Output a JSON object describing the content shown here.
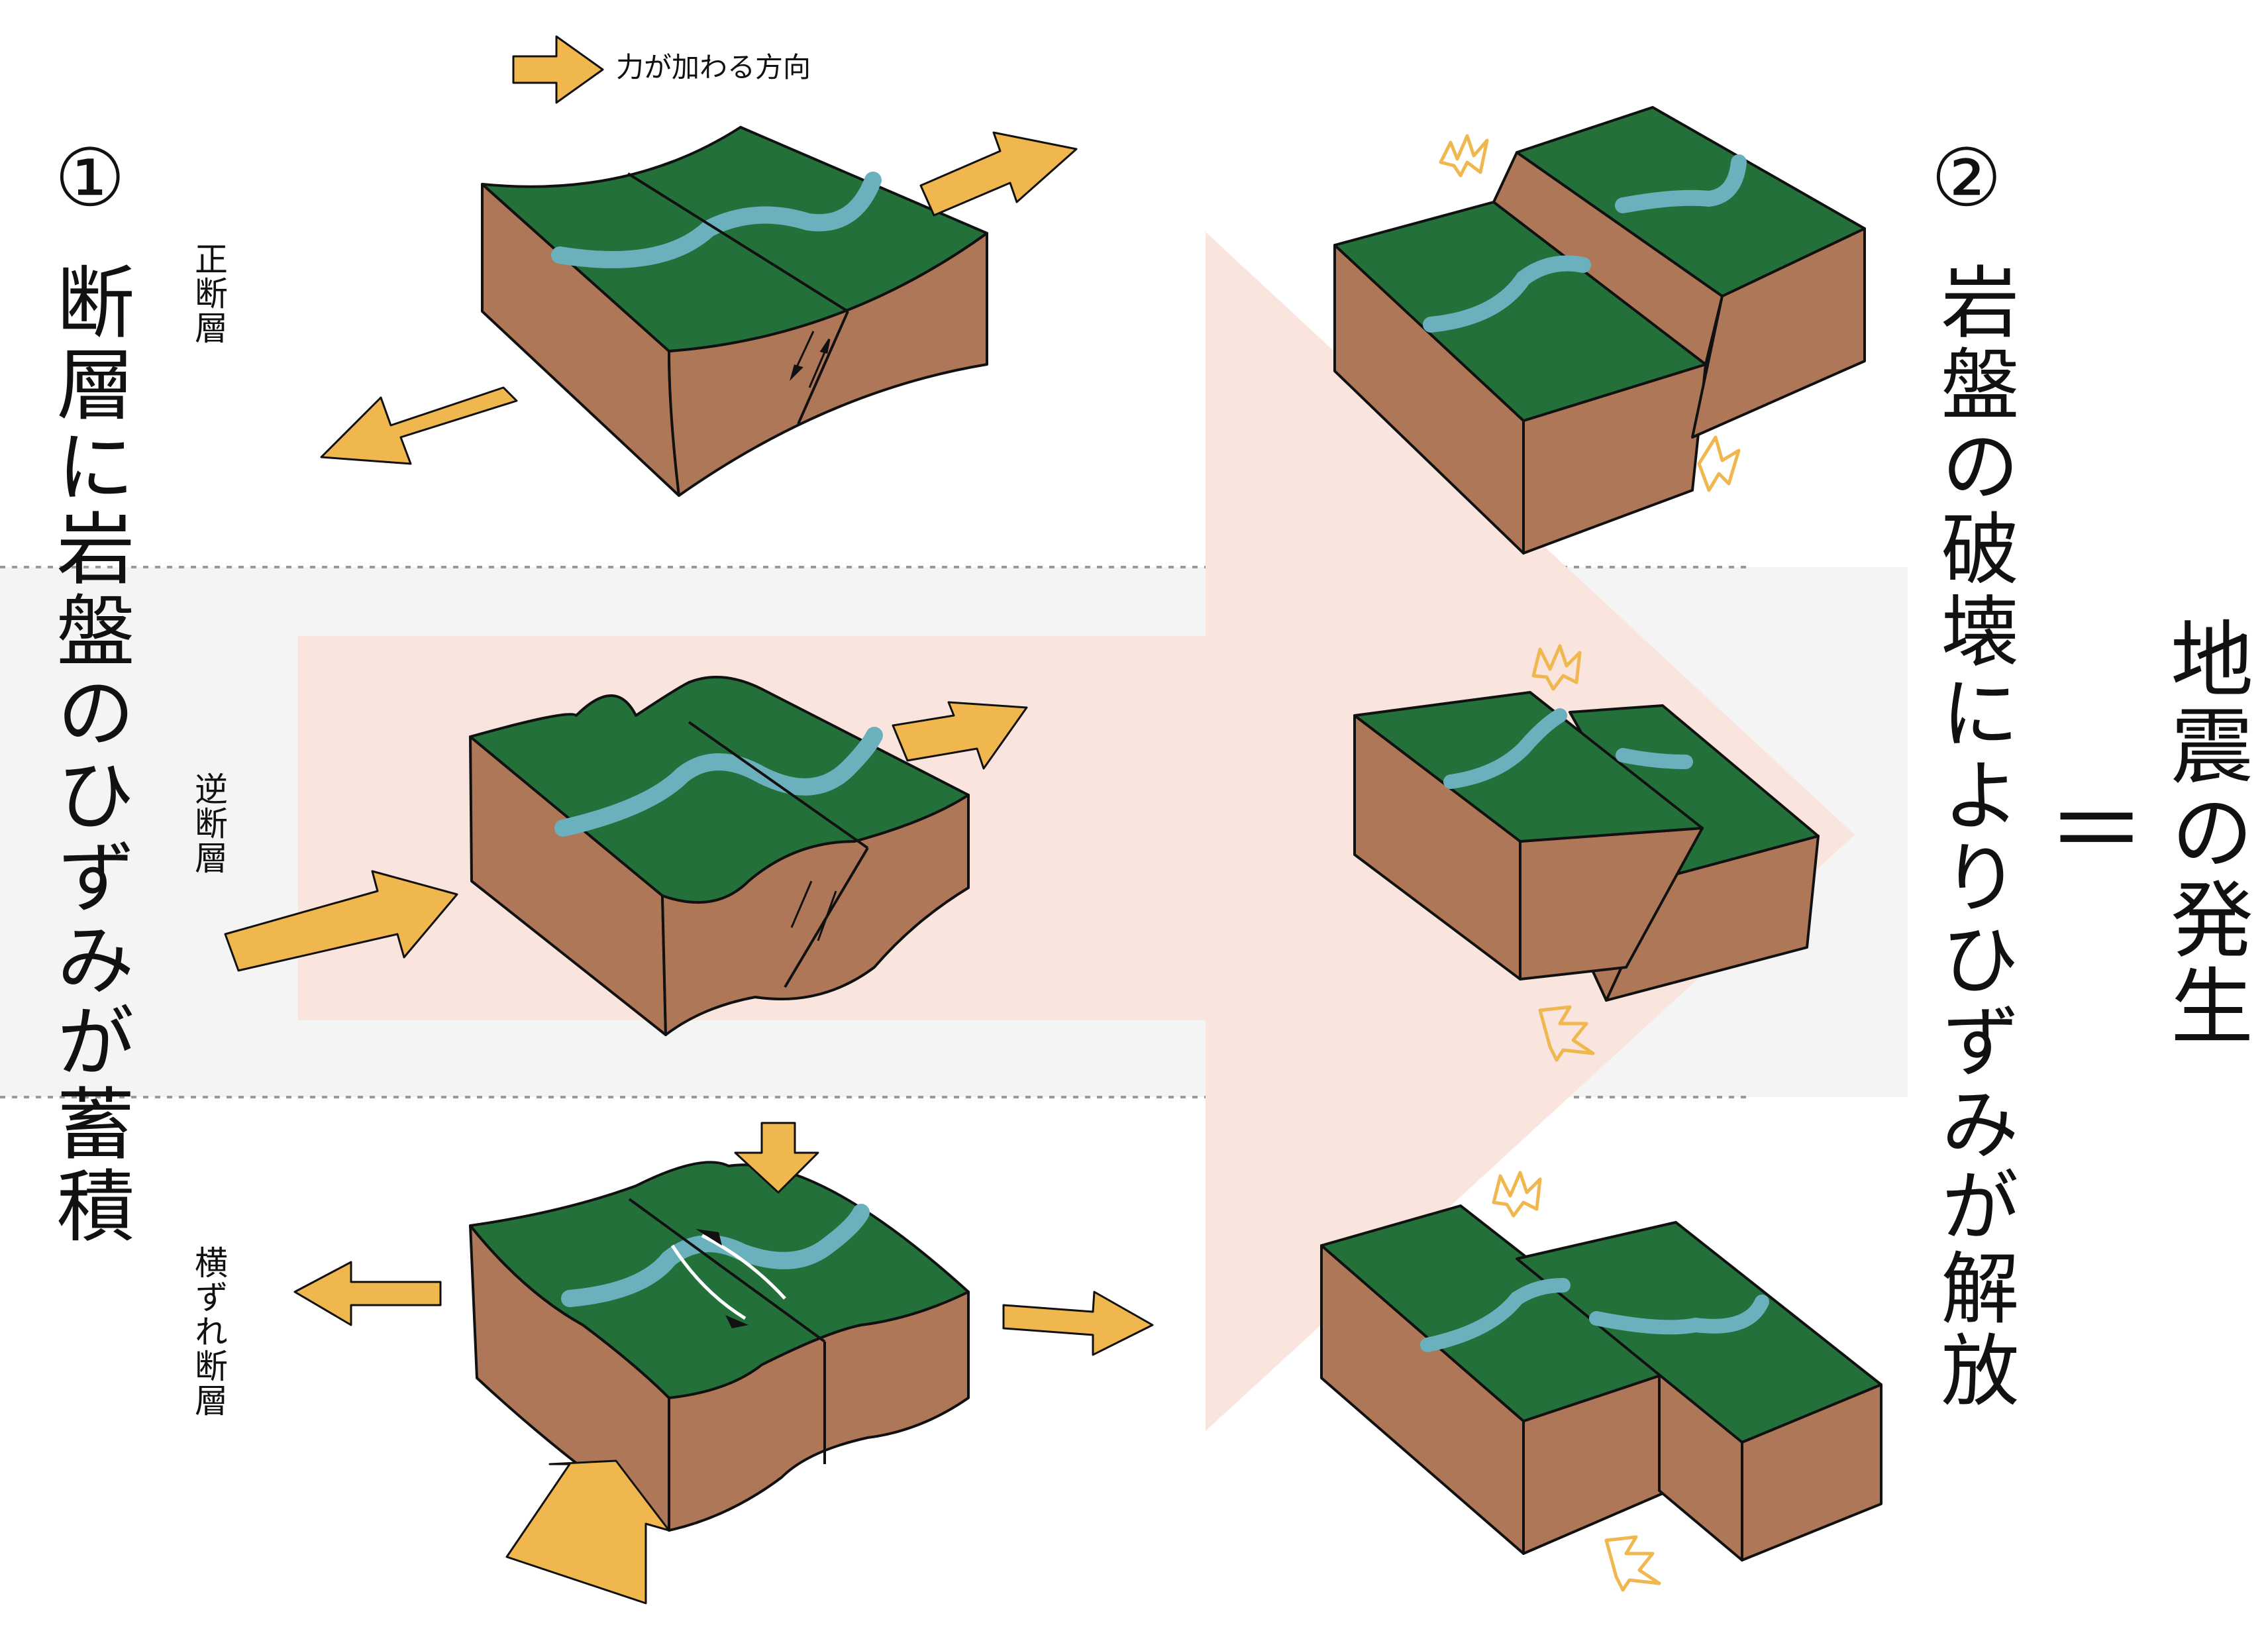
{
  "legend": {
    "label": "力が加わる方向"
  },
  "step1": {
    "number": "①",
    "title": "断層に岩盤のひずみが蓄積"
  },
  "step2": {
    "number": "②",
    "title": "岩盤の破壊によりひずみが解放"
  },
  "result": {
    "equals": "＝",
    "title": "地震の発生"
  },
  "fault_types": [
    {
      "label": "正断層"
    },
    {
      "label": "逆断層"
    },
    {
      "label": "横ずれ断層"
    }
  ],
  "colors": {
    "ground": "#23703b",
    "soil": "#ae7858",
    "river": "#6ab1bd",
    "arrow": "#efb74e",
    "band": "#f4f4f4",
    "flow_arrow": "#f9e5de"
  },
  "icons": [
    "force-arrow-icon",
    "shock-burst-icon",
    "slip-arrow-icon"
  ]
}
